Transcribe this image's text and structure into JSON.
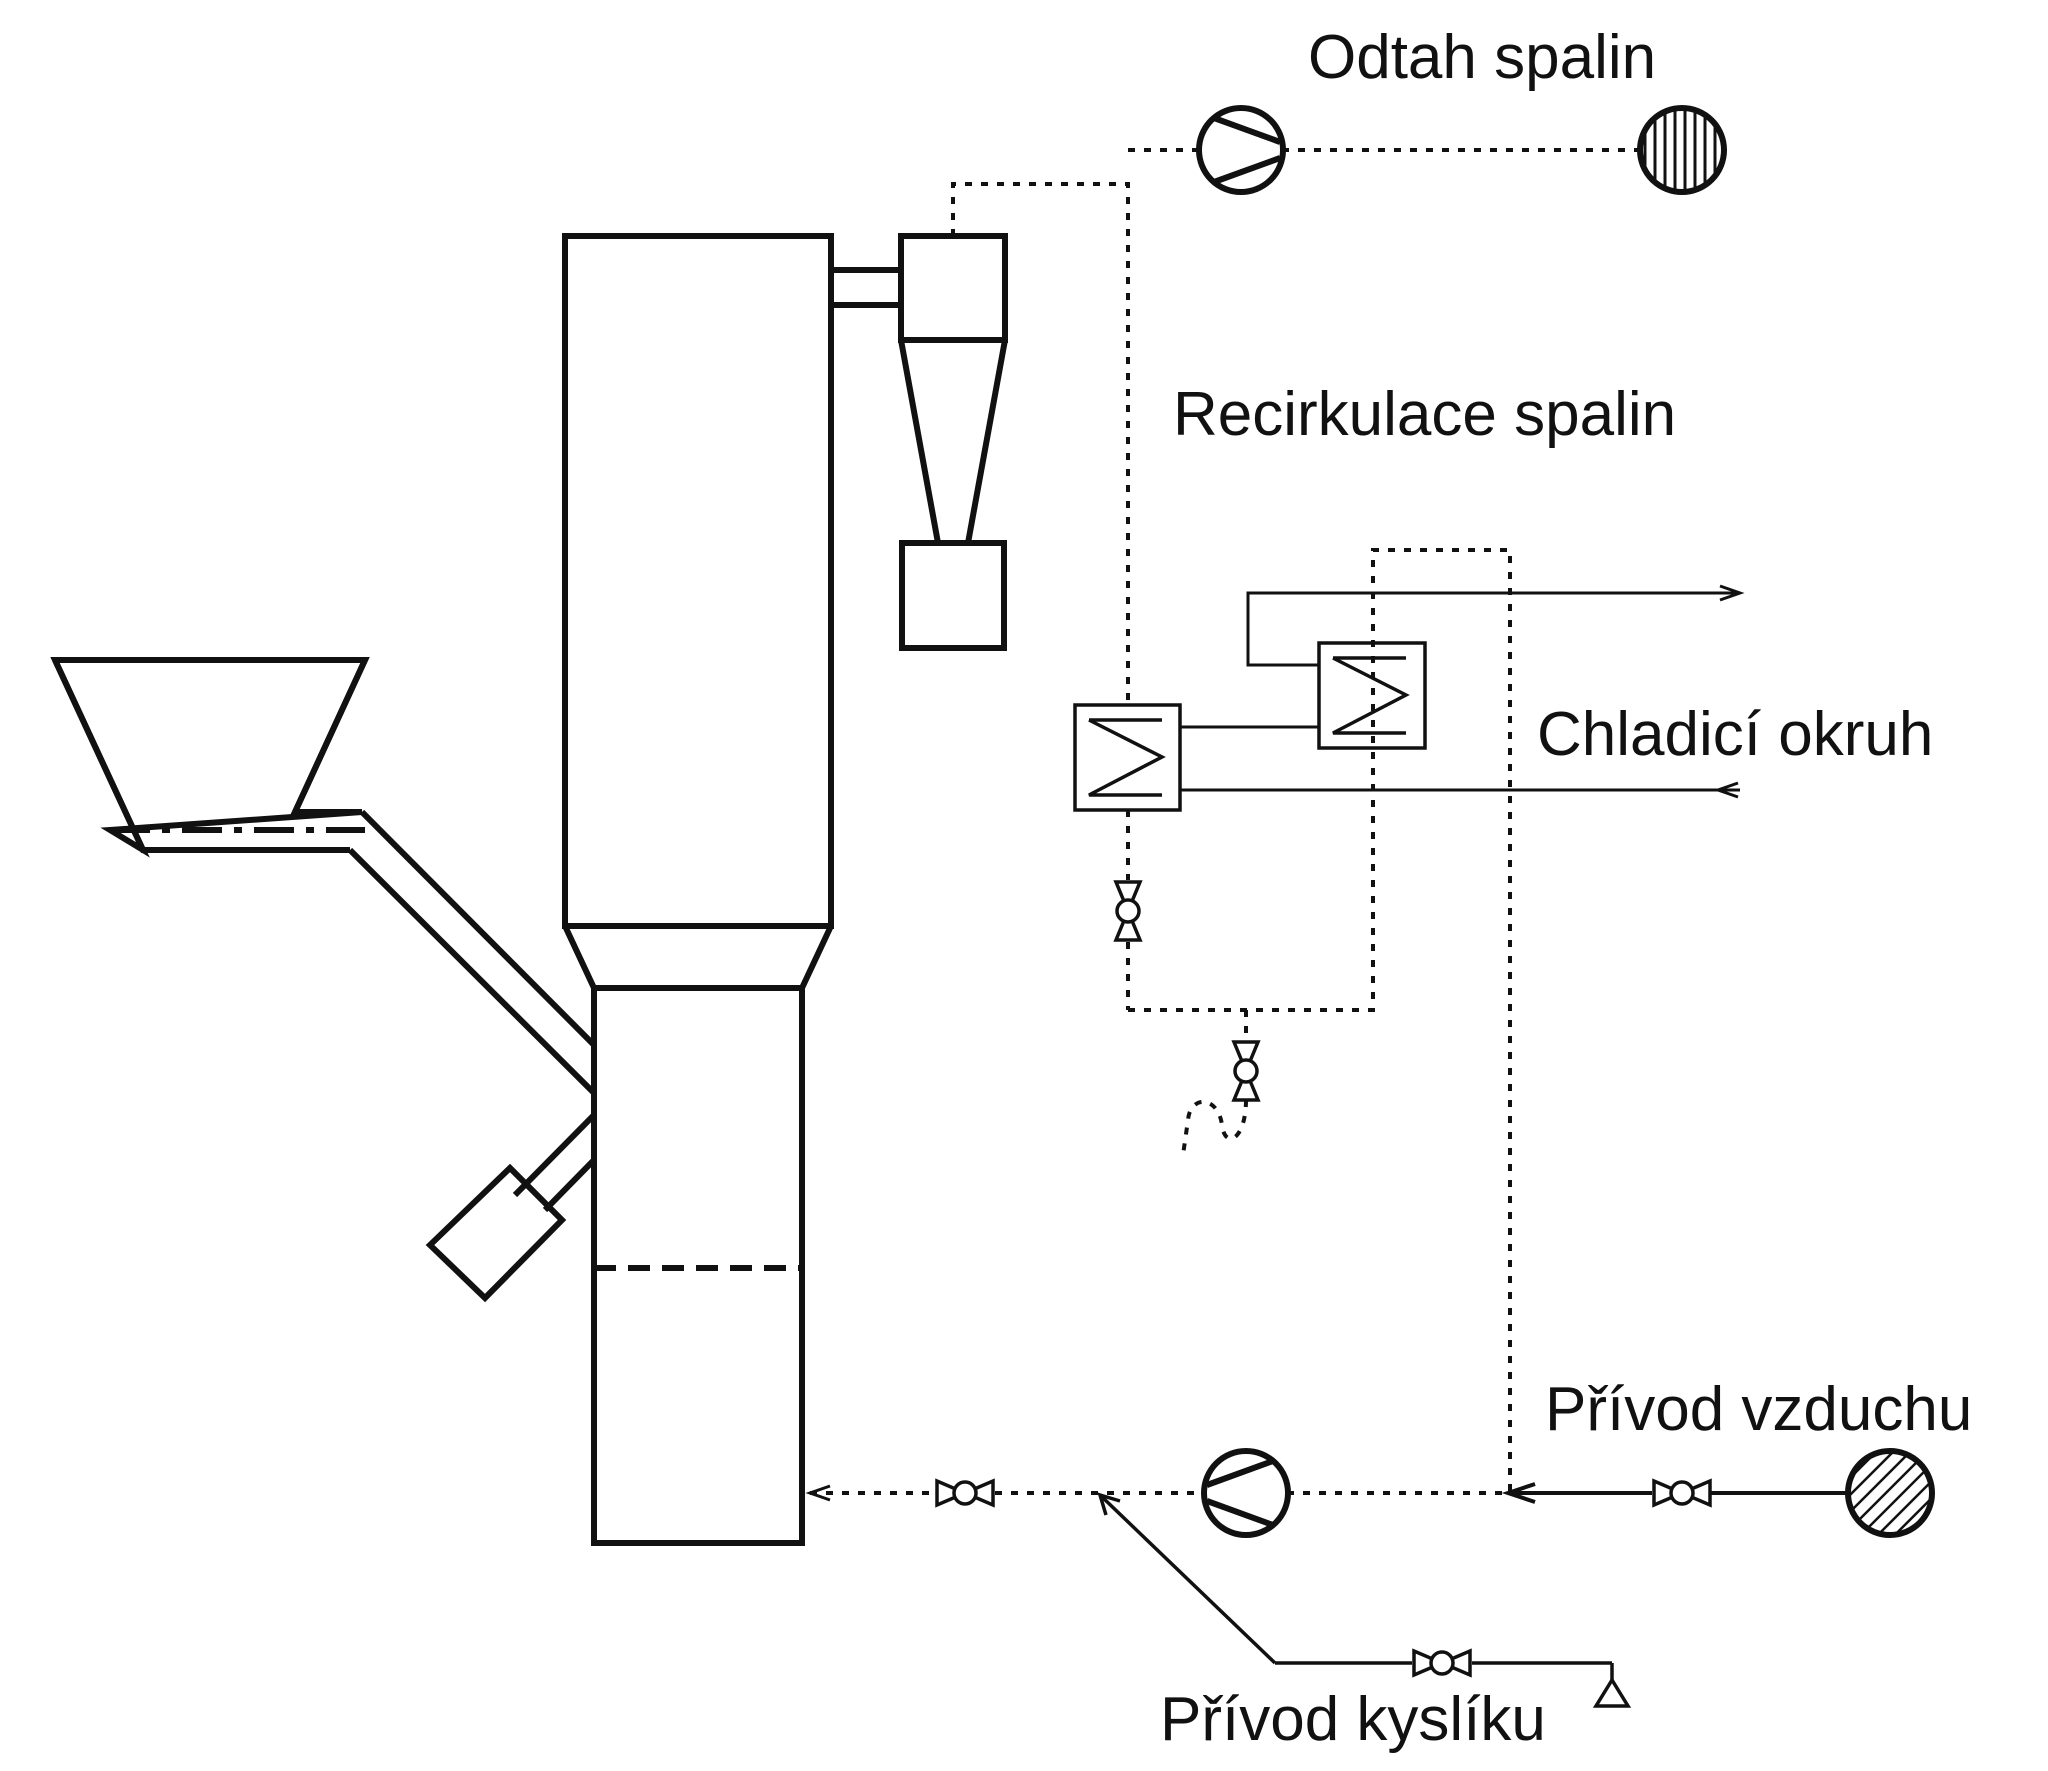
{
  "labels": {
    "flue_gas_exhaust": "Odtah spalin",
    "flue_gas_recirculation": "Recirkulace spalin",
    "cooling_circuit": "Chladicí okruh",
    "air_supply": "Přívod vzduchu",
    "oxygen_supply": "Přívod kyslíku"
  }
}
